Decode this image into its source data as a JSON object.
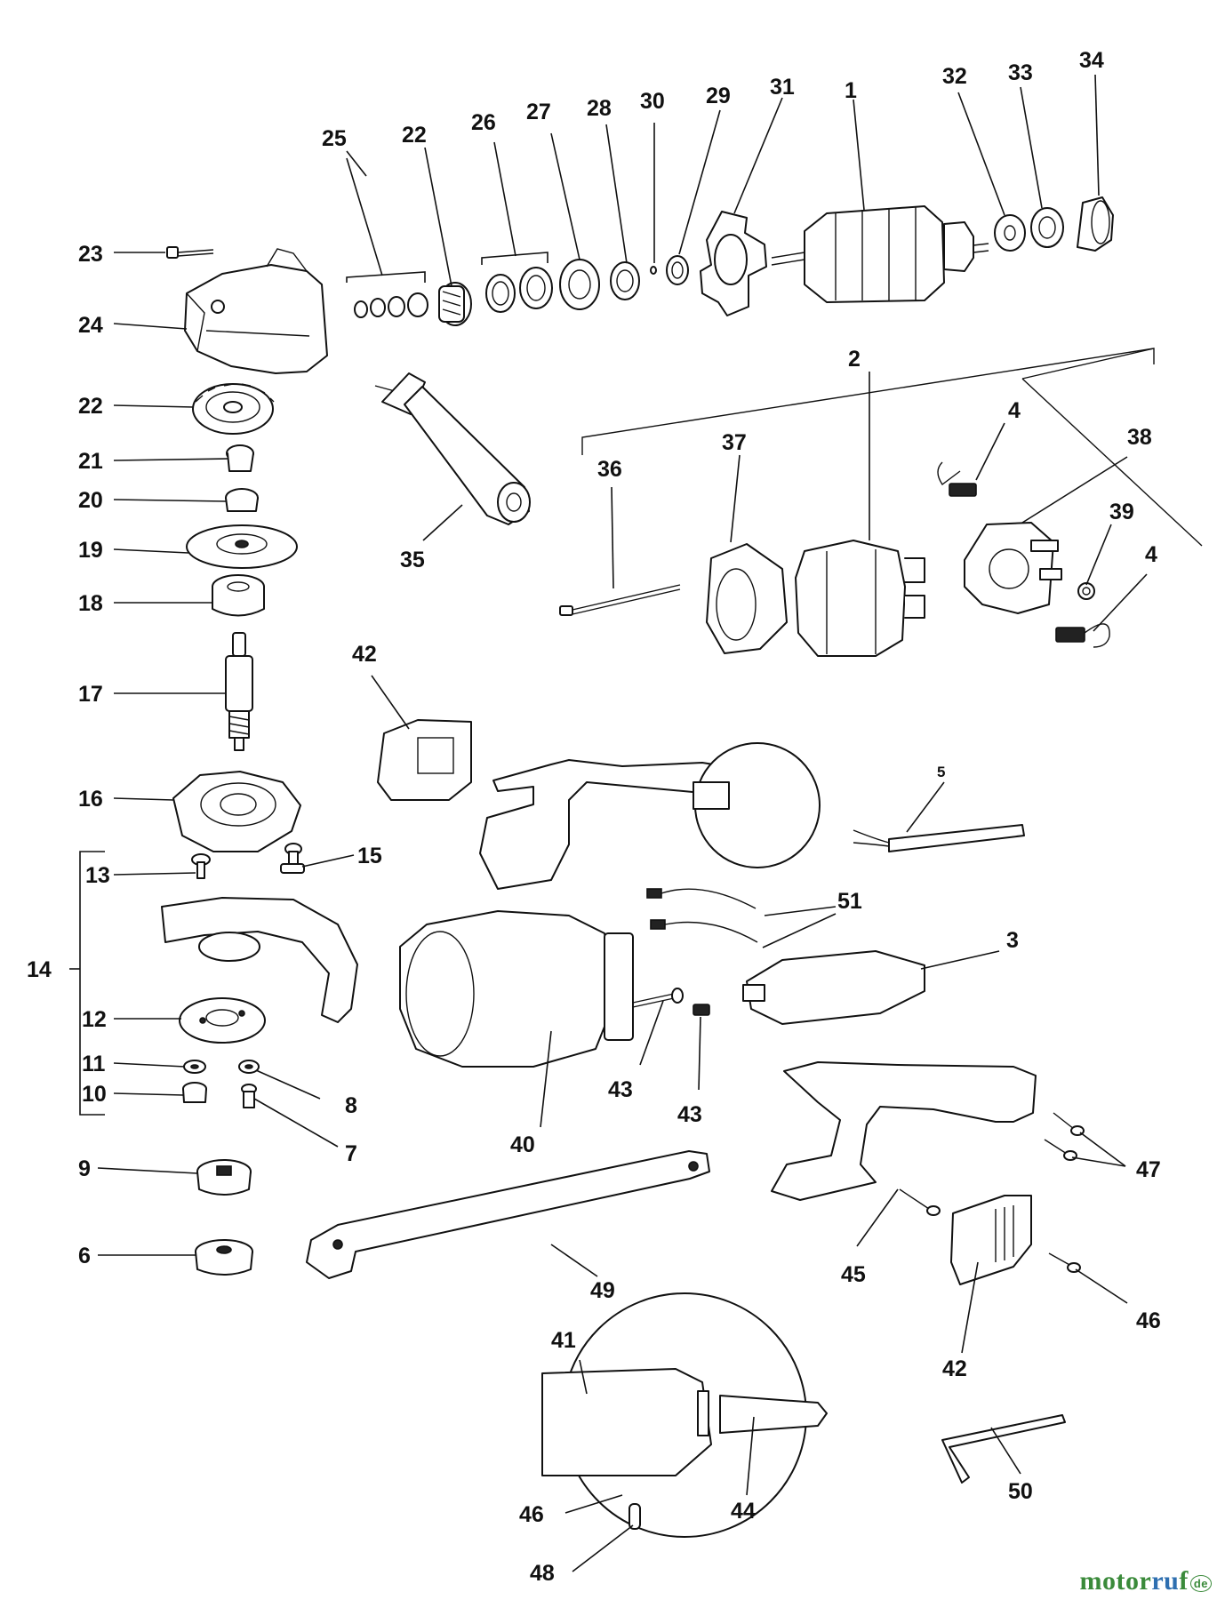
{
  "diagram": {
    "parts": [
      {
        "id": "p1",
        "label": "1"
      },
      {
        "id": "p2",
        "label": "2"
      },
      {
        "id": "p3",
        "label": "3"
      },
      {
        "id": "p4a",
        "label": "4"
      },
      {
        "id": "p4b",
        "label": "4"
      },
      {
        "id": "p5",
        "label": "5"
      },
      {
        "id": "p6",
        "label": "6"
      },
      {
        "id": "p7",
        "label": "7"
      },
      {
        "id": "p8",
        "label": "8"
      },
      {
        "id": "p9",
        "label": "9"
      },
      {
        "id": "p10",
        "label": "10"
      },
      {
        "id": "p11",
        "label": "11"
      },
      {
        "id": "p12",
        "label": "12"
      },
      {
        "id": "p13",
        "label": "13"
      },
      {
        "id": "p14",
        "label": "14"
      },
      {
        "id": "p15",
        "label": "15"
      },
      {
        "id": "p16",
        "label": "16"
      },
      {
        "id": "p17",
        "label": "17"
      },
      {
        "id": "p18",
        "label": "18"
      },
      {
        "id": "p19",
        "label": "19"
      },
      {
        "id": "p20",
        "label": "20"
      },
      {
        "id": "p21",
        "label": "21"
      },
      {
        "id": "p22a",
        "label": "22"
      },
      {
        "id": "p22b",
        "label": "22"
      },
      {
        "id": "p23",
        "label": "23"
      },
      {
        "id": "p24",
        "label": "24"
      },
      {
        "id": "p25",
        "label": "25"
      },
      {
        "id": "p26",
        "label": "26"
      },
      {
        "id": "p27",
        "label": "27"
      },
      {
        "id": "p28",
        "label": "28"
      },
      {
        "id": "p29",
        "label": "29"
      },
      {
        "id": "p30",
        "label": "30"
      },
      {
        "id": "p31",
        "label": "31"
      },
      {
        "id": "p32",
        "label": "32"
      },
      {
        "id": "p33",
        "label": "33"
      },
      {
        "id": "p34",
        "label": "34"
      },
      {
        "id": "p35",
        "label": "35"
      },
      {
        "id": "p36",
        "label": "36"
      },
      {
        "id": "p37",
        "label": "37"
      },
      {
        "id": "p38",
        "label": "38"
      },
      {
        "id": "p39",
        "label": "39"
      },
      {
        "id": "p40",
        "label": "40"
      },
      {
        "id": "p41",
        "label": "41"
      },
      {
        "id": "p42a",
        "label": "42"
      },
      {
        "id": "p42b",
        "label": "42"
      },
      {
        "id": "p43a",
        "label": "43"
      },
      {
        "id": "p43b",
        "label": "43"
      },
      {
        "id": "p44",
        "label": "44"
      },
      {
        "id": "p45",
        "label": "45"
      },
      {
        "id": "p46a",
        "label": "46"
      },
      {
        "id": "p46b",
        "label": "46"
      },
      {
        "id": "p47",
        "label": "47"
      },
      {
        "id": "p48",
        "label": "48"
      },
      {
        "id": "p49",
        "label": "49"
      },
      {
        "id": "p50",
        "label": "50"
      },
      {
        "id": "p51",
        "label": "51"
      }
    ]
  },
  "watermark": {
    "prefix": "motor",
    "suffix": "ru",
    "tail": "f",
    "badge": "de"
  }
}
